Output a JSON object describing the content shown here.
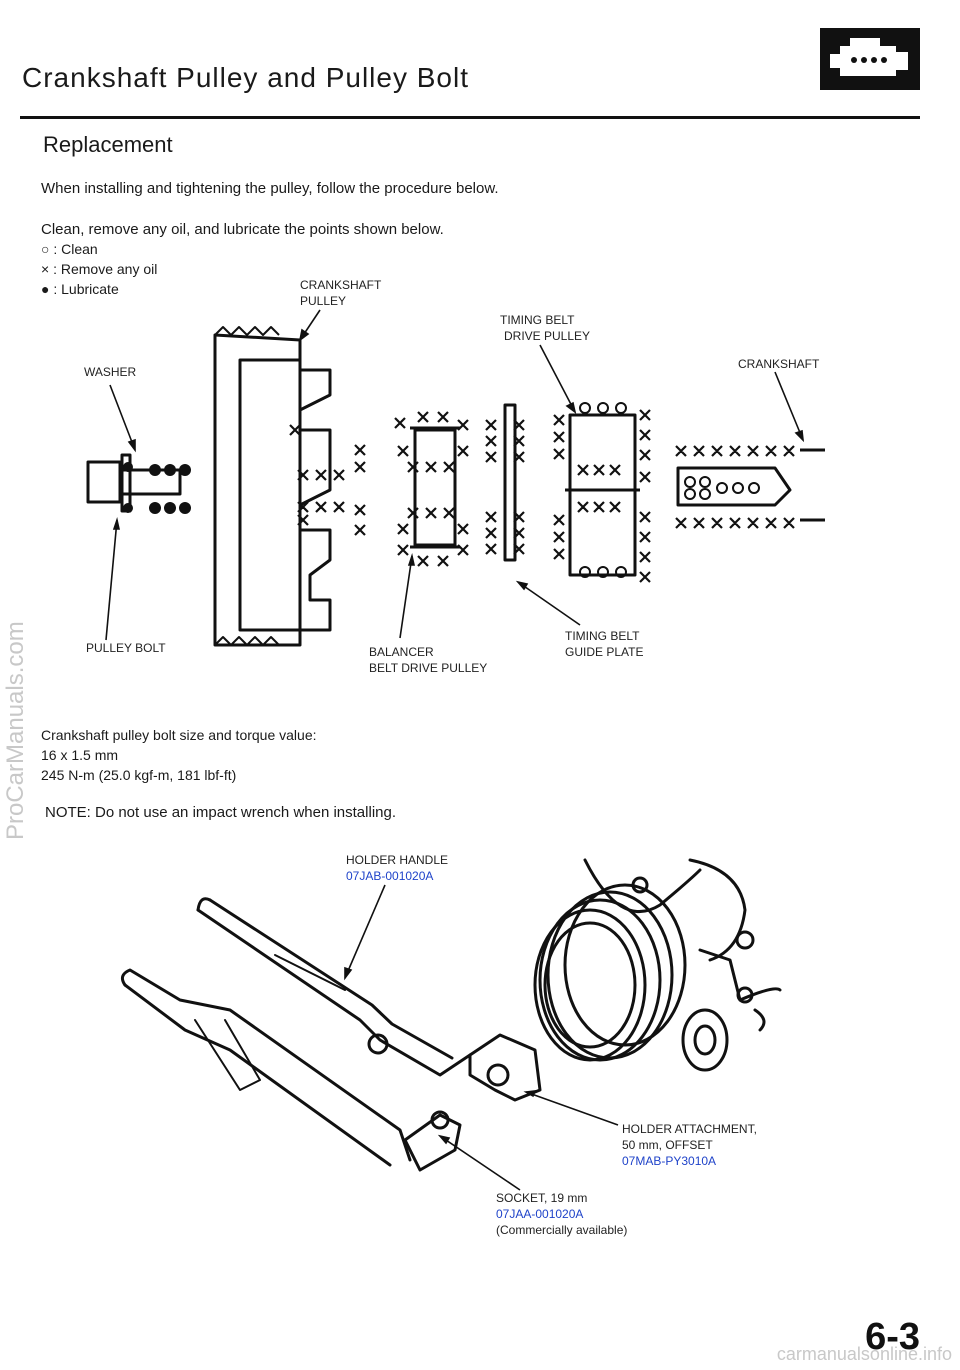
{
  "header": {
    "title": "Crankshaft Pulley and Pulley Bolt",
    "icon": "engine-icon"
  },
  "section": {
    "title": "Replacement",
    "intro": "When installing and tightening the pulley, follow the procedure below.",
    "instruction": "Clean, remove any oil, and lubricate the points shown below."
  },
  "legend": [
    {
      "symbol": "○",
      "text": "Clean"
    },
    {
      "symbol": "×",
      "text": "Remove any oil"
    },
    {
      "symbol": "●",
      "text": "Lubricate"
    }
  ],
  "diagram1": {
    "crankshaft_pulley": [
      "CRANKSHAFT",
      "PULLEY"
    ],
    "timing_belt_drive_pulley": [
      "TIMING BELT",
      "DRIVE PULLEY"
    ],
    "washer": "WASHER",
    "crankshaft": "CRANKSHAFT",
    "pulley_bolt": "PULLEY BOLT",
    "balancer_belt_drive_pulley": [
      "BALANCER",
      "BELT DRIVE PULLEY"
    ],
    "timing_belt_guide_plate": [
      "TIMING BELT",
      "GUIDE PLATE"
    ]
  },
  "spec": {
    "line1": "Crankshaft pulley bolt size and torque value:",
    "line2": "16 x 1.5 mm",
    "line3": "245 N-m (25.0 kgf-m, 181 lbf-ft)",
    "note": "NOTE: Do not use an impact wrench when installing."
  },
  "diagram2": {
    "holder_handle": {
      "name": "HOLDER HANDLE",
      "part": "07JAB-001020A"
    },
    "holder_attachment": {
      "name": [
        "HOLDER ATTACHMENT,",
        "50 mm, OFFSET"
      ],
      "part": "07MAB-PY3010A"
    },
    "socket": {
      "name": "SOCKET, 19 mm",
      "part": "07JAA-001020A",
      "note": "(Commercially available)"
    }
  },
  "page_number": "6-3",
  "watermarks": {
    "left": "ProCarManuals.com",
    "bottom": "carmanualsonline.info"
  },
  "colors": {
    "part_number": "#1f43c9",
    "ink": "#111111",
    "watermark": "#c8c8c8"
  }
}
